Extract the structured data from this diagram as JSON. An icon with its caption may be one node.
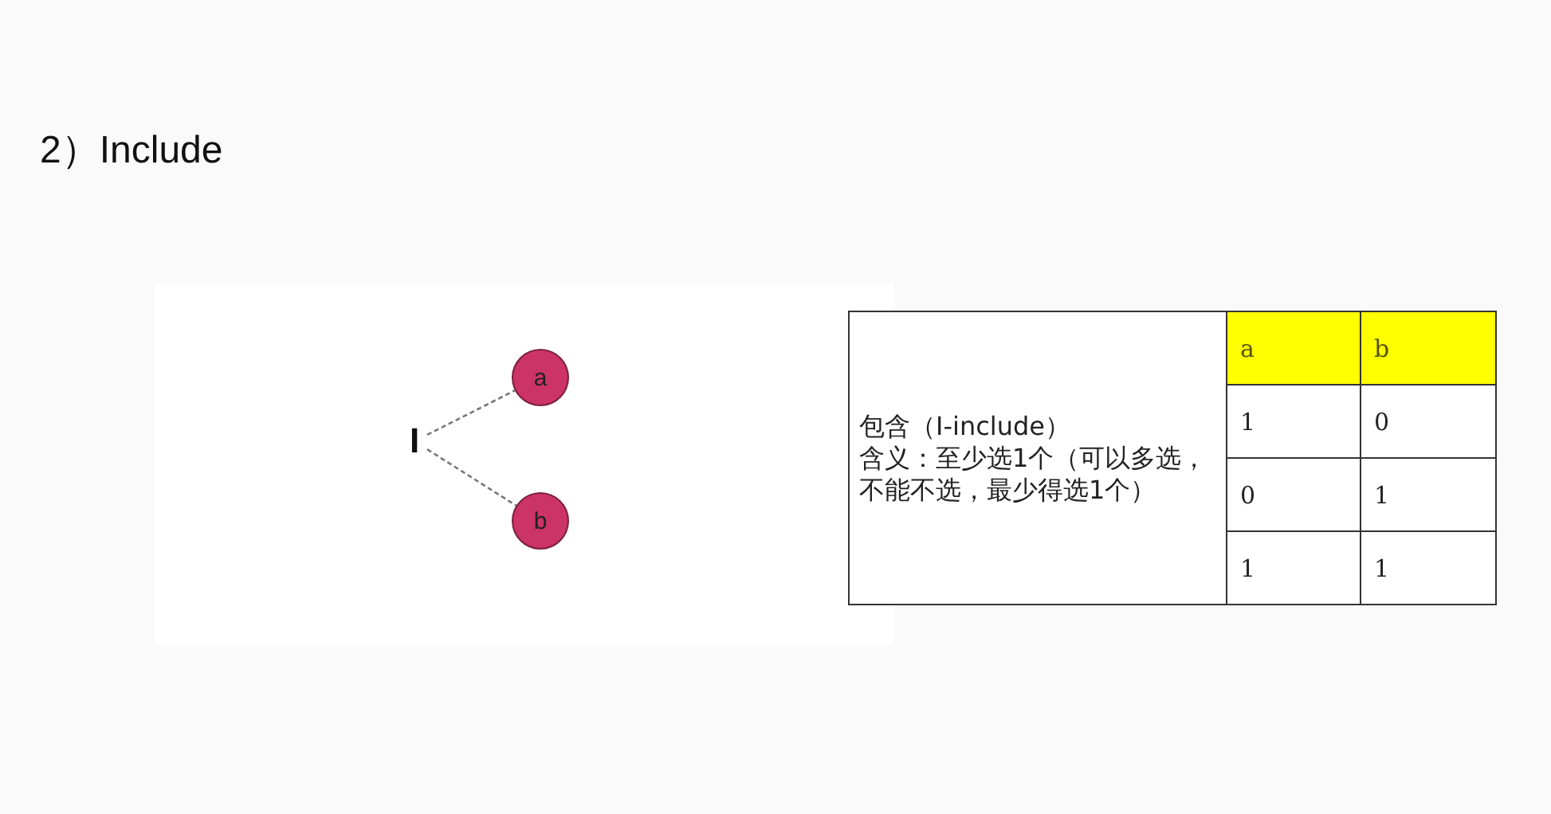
{
  "diagram": {
    "title": "2）Include",
    "nodes": [
      {
        "text": [
          "I"
        ]
      },
      {
        "text": [
          "a"
        ]
      },
      {
        "text": [
          "b"
        ]
      }
    ],
    "edges": [
      {
        "from": 0,
        "to": 1,
        "arrow": "none",
        "style": "dashed"
      },
      {
        "from": 0,
        "to": 2,
        "arrow": "none",
        "style": "dashed"
      }
    ],
    "labels": [
      "包含（I-include）",
      "含义：至少选1个（可以多选，不能不选，最少得选1个）",
      "a",
      "b",
      "1",
      "0",
      "0",
      "1",
      "1",
      "1"
    ]
  }
}
